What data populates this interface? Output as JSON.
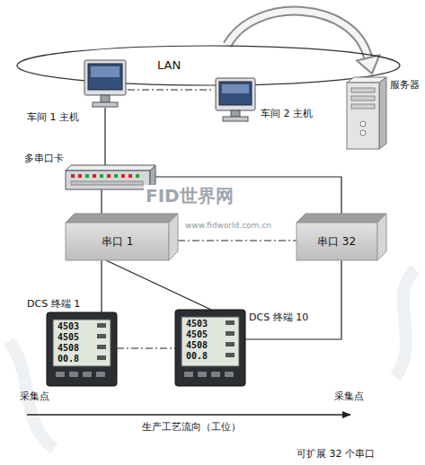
{
  "diagram": {
    "nodes": [
      {
        "text": [
          "LAN"
        ]
      },
      {
        "text": [
          "车间 1 主机"
        ]
      },
      {
        "text": [
          "车间 2 主机"
        ]
      },
      {
        "text": [
          "服务器"
        ]
      },
      {
        "text": [
          "多串口卡"
        ]
      },
      {
        "text": [
          "串口 1"
        ]
      },
      {
        "text": [
          "串口 32"
        ]
      },
      {
        "text": [
          "DCS 终端 1"
        ]
      },
      {
        "text": [
          "DCS 终端 10"
        ]
      }
    ],
    "edges": [
      {
        "from": 1,
        "to": 2,
        "arrow": "none"
      },
      {
        "from": 1,
        "to": 4,
        "arrow": "none"
      },
      {
        "from": 4,
        "to": 5,
        "arrow": "none"
      },
      {
        "from": 4,
        "to": 6,
        "arrow": "none"
      },
      {
        "from": 5,
        "to": 6,
        "arrow": "none"
      },
      {
        "from": 5,
        "to": 7,
        "arrow": "none"
      },
      {
        "from": 5,
        "to": 8,
        "arrow": "none"
      },
      {
        "from": 6,
        "to": 8,
        "arrow": "none"
      },
      {
        "from": 7,
        "to": 8,
        "arrow": "none"
      },
      {
        "from": 0,
        "to": 3,
        "arrow": "to"
      }
    ],
    "labels": [
      "FID世界网",
      "www.fidworld.com.cn",
      "4503",
      "4505",
      "4508",
      "00.8",
      "4503",
      "4505",
      "4508",
      "00.8",
      "采集点",
      "采集点",
      "生产工艺流向（工位）",
      "可扩展 32 个串口"
    ]
  }
}
